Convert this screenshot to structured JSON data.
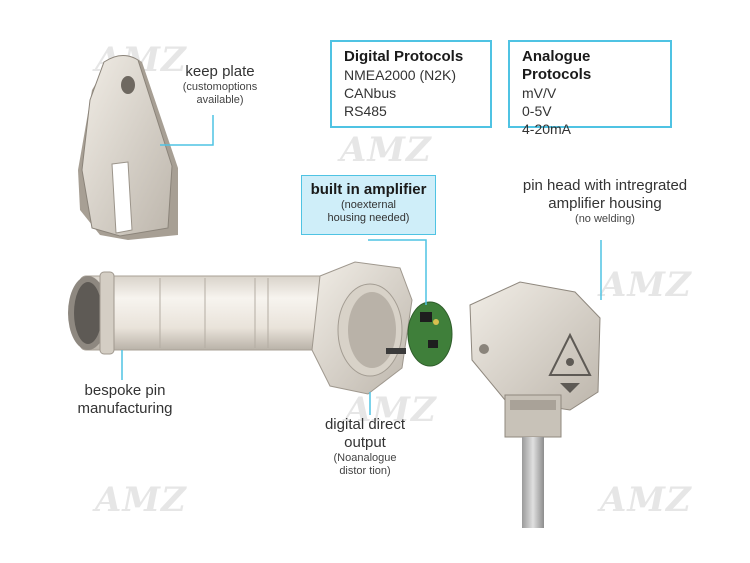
{
  "watermark": "AMZ",
  "digital_box": {
    "title": "Digital Protocols",
    "items": [
      "NMEA2000 (N2K)",
      "CANbus",
      "RS485"
    ]
  },
  "analogue_box": {
    "title": "Analogue Protocols",
    "items": [
      "mV/V",
      "0-5V",
      "4-20mA"
    ]
  },
  "keep_plate": {
    "main": "keep plate",
    "sub_1": "(customoptions",
    "sub_2": "available)"
  },
  "amplifier": {
    "main": "built in amplifier",
    "sub_1": "(noexternal",
    "sub_2": "housing needed)"
  },
  "pin_head": {
    "main_1": "pin head with intregrated",
    "main_2": "amplifier housing",
    "sub": "(no welding)"
  },
  "bespoke": {
    "main_1": "bespoke pin",
    "main_2": "manufacturing"
  },
  "digital_output": {
    "main_1": "digital direct",
    "main_2": "output",
    "sub_1": "(Noanalogue",
    "sub_2": "distor tion)"
  },
  "colors": {
    "accent": "#4fc3e3",
    "amp_fill": "#cfeef9",
    "part": "#ece7df"
  }
}
